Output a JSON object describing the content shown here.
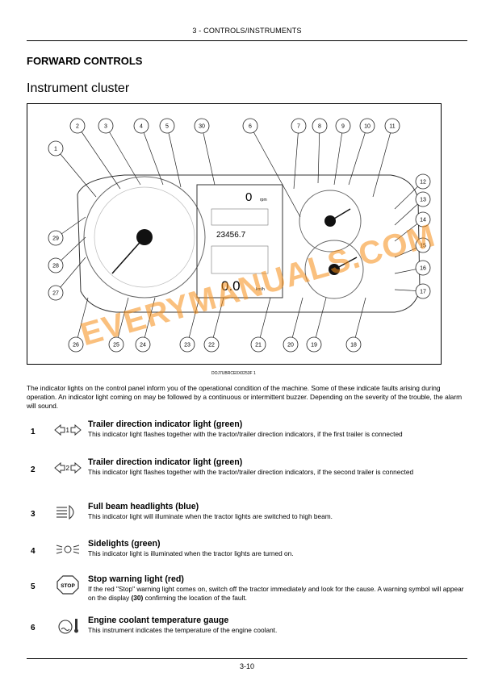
{
  "header": "3 - CONTROLS/INSTRUMENTS",
  "section_title": "FORWARD CONTROLS",
  "subsection_title": "Instrument cluster",
  "figure": {
    "callouts_top": [
      "1",
      "2",
      "3",
      "4",
      "5",
      "30",
      "6",
      "7",
      "8",
      "9",
      "10",
      "11"
    ],
    "callouts_right": [
      "12",
      "13",
      "14",
      "15",
      "16",
      "17"
    ],
    "callouts_left": [
      "29",
      "28",
      "27"
    ],
    "callouts_bottom": [
      "26",
      "25",
      "24",
      "23",
      "22",
      "21",
      "20",
      "19",
      "18"
    ],
    "display_rpm_value": "0",
    "display_rpm_unit": "rpm",
    "display_hours": "23456.7",
    "display_speed": "0.0",
    "display_speed_unit": "km/h",
    "figure_code": "DOJ7UBRCE0X0253F  1"
  },
  "intro_text": "The indicator lights on the control panel inform you of the operational condition of the machine. Some of these indicate faults arising during operation. An indicator light coming on may be followed by a continuous or intermittent buzzer. Depending on the severity of the trouble, the alarm will sound.",
  "entries": [
    {
      "num": "1",
      "title": "Trailer direction indicator light (green)",
      "desc": "This indicator light flashes together with the tractor/trailer direction indicators, if the first trailer is connected",
      "icon": "trailer-1-arrows-icon",
      "icon_label": "1"
    },
    {
      "num": "2",
      "title": "Trailer direction indicator light (green)",
      "desc": "This indicator light flashes together with the tractor/trailer direction indicators, if the second trailer is connected",
      "icon": "trailer-2-arrows-icon",
      "icon_label": "2"
    },
    {
      "num": "3",
      "title": "Full beam headlights (blue)",
      "desc": "This indicator light will illuminate when the tractor lights are switched to high beam.",
      "icon": "high-beam-icon"
    },
    {
      "num": "4",
      "title": "Sidelights (green)",
      "desc": "This indicator light is illuminated when the tractor lights are turned on.",
      "icon": "sidelights-icon"
    },
    {
      "num": "5",
      "title": "Stop warning light (red)",
      "desc_parts": [
        "If the red \"Stop\" warning light comes on, switch off the tractor immediately and look for the cause. A warning symbol will appear on the display ",
        "(30)",
        " confirming the location of the fault."
      ],
      "icon": "stop-icon",
      "icon_label": "STOP"
    },
    {
      "num": "6",
      "title": "Engine coolant temperature gauge",
      "desc": "This instrument indicates the temperature of the engine coolant.",
      "icon": "coolant-temperature-icon"
    }
  ],
  "watermark": "EVERYMANUALS.COM",
  "page_number": "3-10"
}
